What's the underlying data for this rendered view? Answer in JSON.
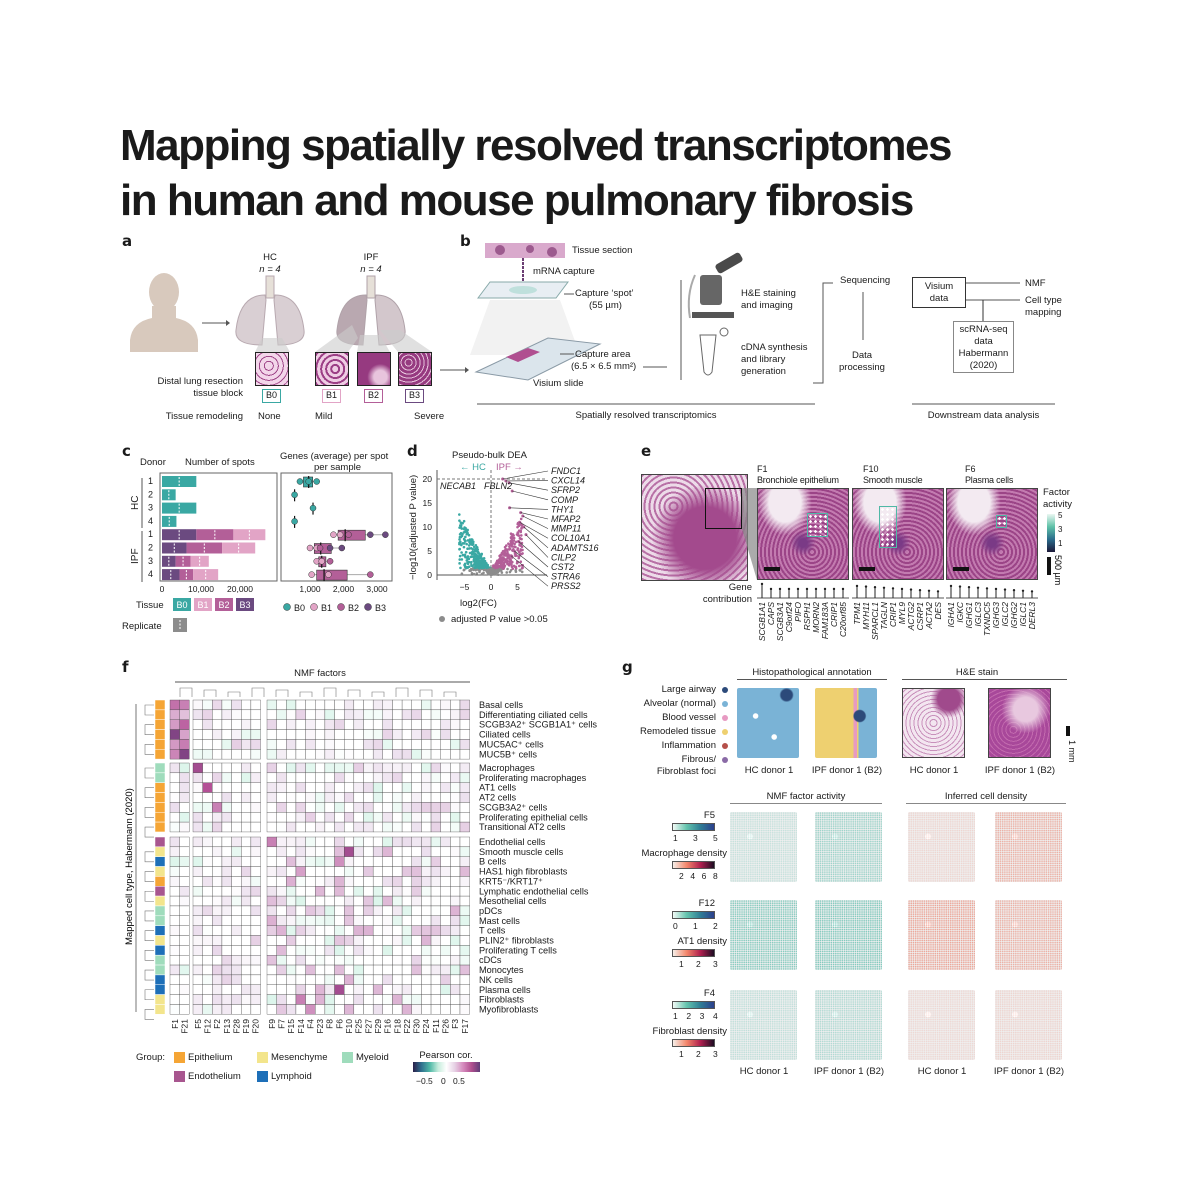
{
  "title": {
    "line1": "Mapping spatially resolved transcriptomes",
    "line2": "in human and mouse pulmonary fibrosis"
  },
  "colors": {
    "hc": "#3aa8a3",
    "b1": "#e2a4c6",
    "b2": "#b35f98",
    "b3": "#6b4a80",
    "grey": "#8c8c8c",
    "epithelium": "#f5a535",
    "mesenchyme": "#f3e58c",
    "myeloid": "#9fdcbc",
    "endothelium": "#a8568f",
    "lymphoid": "#1d6fb8"
  },
  "panel_a": {
    "label": "a",
    "hc": {
      "name": "HC",
      "n": "n = 4"
    },
    "ipf": {
      "name": "IPF",
      "n": "n = 4"
    },
    "block_label_1": "Distal lung resection",
    "block_label_2": "tissue block",
    "remodeling_label": "Tissue remodeling",
    "blocks": [
      {
        "id": "B0",
        "remodeling": "None"
      },
      {
        "id": "B1",
        "remodeling": "Mild"
      },
      {
        "id": "B2",
        "remodeling": ""
      },
      {
        "id": "B3",
        "remodeling": "Severe"
      }
    ]
  },
  "panel_b": {
    "label": "b",
    "tissue_section": "Tissue section",
    "mrna_capture": "mRNA capture",
    "capture_spot": "Capture ‘spot’",
    "spot_size": "(55 µm)",
    "capture_area": "Capture area",
    "area_size": "(6.5 × 6.5 mm²)",
    "visium_slide": "Visium slide",
    "he_1": "H&E staining",
    "he_2": "and imaging",
    "cdna_1": "cDNA synthesis",
    "cdna_2": "and library",
    "cdna_3": "generation",
    "sequencing": "Sequencing",
    "data_1": "Data",
    "data_2": "processing",
    "section_left": "Spatially resolved transcriptomics",
    "visium_1": "Visium",
    "visium_2": "data",
    "nmf": "NMF",
    "celltype_1": "Cell type",
    "celltype_2": "mapping",
    "scrna": [
      "scRNA-seq",
      "data",
      "Habermann",
      "(2020)"
    ],
    "section_right": "Downstream data analysis"
  },
  "panel_c": {
    "label": "c",
    "donor_header": "Donor",
    "spots_header": "Number of spots",
    "genes_header_1": "Genes (average) per spot",
    "genes_header_2": "per sample",
    "hc_group": "HC",
    "ipf_group": "IPF",
    "x_ticks_spots": [
      "0",
      "10,000",
      "20,000"
    ],
    "x_ticks_genes": [
      "1,000",
      "2,000",
      "3,000"
    ],
    "tissue_label": "Tissue",
    "replicate_label": "Replicate",
    "tissue_legend": [
      "B0",
      "B1",
      "B2",
      "B3"
    ],
    "donors": [
      {
        "group": "HC",
        "id": "1",
        "spots": {
          "B0": 8800
        },
        "genes_median": 960,
        "genes_points": [
          700,
          960,
          1200
        ]
      },
      {
        "group": "HC",
        "id": "2",
        "spots": {
          "B0": 3500
        },
        "genes_median": 540,
        "genes_points": [
          540
        ]
      },
      {
        "group": "HC",
        "id": "3",
        "spots": {
          "B0": 8800
        },
        "genes_median": 1090,
        "genes_points": [
          1090
        ]
      },
      {
        "group": "HC",
        "id": "4",
        "spots": {
          "B0": 3700
        },
        "genes_median": 540,
        "genes_points": [
          540
        ]
      },
      {
        "group": "IPF",
        "id": "1",
        "spots": {
          "B3": 8800,
          "B2": 9500,
          "B1": 8200
        },
        "genes_median": 2050,
        "genes_points": [
          1700,
          1900,
          2150,
          2800,
          3250
        ]
      },
      {
        "group": "IPF",
        "id": "2",
        "spots": {
          "B3": 6300,
          "B2": 9100,
          "B1": 8500
        },
        "genes_median": 1320,
        "genes_points": [
          1000,
          1200,
          1300,
          1600,
          1950
        ]
      },
      {
        "group": "IPF",
        "id": "3",
        "spots": {
          "B3": 3500,
          "B2": 3800,
          "B1": 4700
        },
        "genes_median": 1350,
        "genes_points": [
          1200,
          1350,
          1600
        ]
      },
      {
        "group": "IPF",
        "id": "4",
        "spots": {
          "B3": 4500,
          "B2": 3500,
          "B1": 6400
        },
        "genes_median": 1420,
        "genes_points": [
          1050,
          1550,
          2800
        ]
      }
    ]
  },
  "panel_d": {
    "label": "d",
    "title": "Pseudo-bulk DEA",
    "hc_arrow": "← HC",
    "ipf_arrow": "IPF →",
    "ylabel": "−log10(adjusted P value)",
    "xlabel": "log2(FC)",
    "y_ticks": [
      "0",
      "5",
      "10",
      "15",
      "20"
    ],
    "x_ticks": [
      "−5",
      "0",
      "5"
    ],
    "left_genes": [
      "NECAB1",
      "FBLN2"
    ],
    "right_genes": [
      "FNDC1",
      "CXCL14",
      "SFRP2",
      "COMP",
      "THY1",
      "MFAP2",
      "MMP11",
      "COL10A1",
      "ADAMTS16",
      "CILP2",
      "CST2",
      "STRA6",
      "PRSS2"
    ],
    "legend": "adjusted P value >0.05"
  },
  "panel_e": {
    "label": "e",
    "factors": [
      {
        "id": "F1",
        "name": "Bronchiole epithelium",
        "genes": [
          "SCGB1A1",
          "CAPS",
          "SCGB3A1",
          "C9orf24",
          "PIFO",
          "RSPH1",
          "MORN2",
          "FAM183A",
          "CRIP1",
          "C20orf85"
        ]
      },
      {
        "id": "F10",
        "name": "Smooth muscle",
        "genes": [
          "TPM1",
          "MYH11",
          "SPARCL1",
          "TAGLN",
          "CRIP1",
          "MYL9",
          "ACTG2",
          "CSRP1",
          "ACTA2",
          "DES"
        ]
      },
      {
        "id": "F6",
        "name": "Plasma cells",
        "genes": [
          "IGHA1",
          "IGKC",
          "IGHG1",
          "IGLC3",
          "TXNDC5",
          "IGHG3",
          "IGLC2",
          "IGHG2",
          "IGLC1",
          "DERL3"
        ]
      }
    ],
    "gene_contribution_1": "Gene",
    "gene_contribution_2": "contribution",
    "colorbar_title_1": "Factor",
    "colorbar_title_2": "activity",
    "colorbar_ticks": [
      "5",
      "3",
      "1"
    ],
    "scale_bar": "500 µm"
  },
  "panel_f": {
    "label": "f",
    "top_label": "NMF factors",
    "y_label": "Mapped cell type, Habermann (2020)",
    "column_groups": [
      [
        "F1",
        "F21"
      ],
      [
        "F5",
        "F12",
        "F2",
        "F13",
        "F28",
        "F19",
        "F20"
      ],
      [
        "F9",
        "F7",
        "F15",
        "F14",
        "F4",
        "F23",
        "F8",
        "F6",
        "F10",
        "F25",
        "F27",
        "F29",
        "F16",
        "F18",
        "F22",
        "F30",
        "F24",
        "F11",
        "F26",
        "F3",
        "F17"
      ]
    ],
    "row_groups": [
      [
        {
          "name": "Basal cells",
          "g": "epithelium"
        },
        {
          "name": "Differentiating ciliated cells",
          "g": "epithelium"
        },
        {
          "name": "SCGB3A2⁺ SCGB1A1⁺ cells",
          "g": "epithelium"
        },
        {
          "name": "Ciliated cells",
          "g": "epithelium"
        },
        {
          "name": "MUC5AC⁺ cells",
          "g": "epithelium"
        },
        {
          "name": "MUC5B⁺ cells",
          "g": "epithelium"
        }
      ],
      [
        {
          "name": "Macrophages",
          "g": "myeloid"
        },
        {
          "name": "Proliferating macrophages",
          "g": "myeloid"
        },
        {
          "name": "AT1 cells",
          "g": "epithelium"
        },
        {
          "name": "AT2 cells",
          "g": "epithelium"
        },
        {
          "name": "SCGB3A2⁺ cells",
          "g": "epithelium"
        },
        {
          "name": "Proliferating epithelial cells",
          "g": "epithelium"
        },
        {
          "name": "Transitional AT2 cells",
          "g": "epithelium"
        }
      ],
      [
        {
          "name": "Endothelial cells",
          "g": "endothelium"
        },
        {
          "name": "Smooth muscle cells",
          "g": "mesenchyme"
        },
        {
          "name": "B cells",
          "g": "lymphoid"
        },
        {
          "name": "HAS1 high fibroblasts",
          "g": "mesenchyme"
        },
        {
          "name": "KRT5⁻/KRT17⁺",
          "g": "epithelium"
        },
        {
          "name": "Lymphatic endothelial cells",
          "g": "endothelium"
        },
        {
          "name": "Mesothelial cells",
          "g": "mesenchyme"
        },
        {
          "name": "pDCs",
          "g": "myeloid"
        },
        {
          "name": "Mast cells",
          "g": "myeloid"
        },
        {
          "name": "T cells",
          "g": "lymphoid"
        },
        {
          "name": "PLIN2⁺ fibroblasts",
          "g": "mesenchyme"
        },
        {
          "name": "Proliferating T cells",
          "g": "lymphoid"
        },
        {
          "name": "cDCs",
          "g": "myeloid"
        },
        {
          "name": "Monocytes",
          "g": "myeloid"
        },
        {
          "name": "NK cells",
          "g": "lymphoid"
        },
        {
          "name": "Plasma cells",
          "g": "lymphoid"
        },
        {
          "name": "Fibroblasts",
          "g": "mesenchyme"
        },
        {
          "name": "Myofibroblasts",
          "g": "mesenchyme"
        }
      ]
    ],
    "highlights": [
      [
        "Ciliated cells",
        "F1",
        0.9
      ],
      [
        "MUC5B⁺ cells",
        "F21",
        0.9
      ],
      [
        "Basal cells",
        "F21",
        0.6
      ],
      [
        "Macrophages",
        "F5",
        0.8
      ],
      [
        "AT1 cells",
        "F12",
        0.75
      ],
      [
        "SCGB3A2⁺ cells",
        "F2",
        0.6
      ],
      [
        "Smooth muscle cells",
        "F10",
        0.8
      ],
      [
        "Plasma cells",
        "F6",
        0.8
      ],
      [
        "Endothelial cells",
        "F9",
        0.6
      ],
      [
        "Fibroblasts",
        "F14",
        0.6
      ],
      [
        "Myofibroblasts",
        "F4",
        0.55
      ],
      [
        "B cells",
        "F6",
        0.55
      ],
      [
        "HAS1 high fibroblasts",
        "F14",
        0.5
      ]
    ],
    "group_legend_title": "Group:",
    "group_legend": [
      {
        "key": "epithelium",
        "label": "Epithelium"
      },
      {
        "key": "mesenchyme",
        "label": "Mesenchyme"
      },
      {
        "key": "myeloid",
        "label": "Myeloid"
      },
      {
        "key": "endothelium",
        "label": "Endothelium"
      },
      {
        "key": "lymphoid",
        "label": "Lymphoid"
      }
    ],
    "colorbar_title": "Pearson cor.",
    "colorbar_ticks": [
      "−0.5",
      "0",
      "0.5"
    ]
  },
  "panel_g": {
    "label": "g",
    "annotation_title": "Histopathological annotation",
    "he_title": "H&E stain",
    "legend": [
      {
        "label": "Large airway",
        "color": "#2c4a7a"
      },
      {
        "label": "Alveolar (normal)",
        "color": "#7ab3d6"
      },
      {
        "label": "Blood vessel",
        "color": "#e79ac2"
      },
      {
        "label": "Remodeled tissue",
        "color": "#eed070"
      },
      {
        "label": "Inflammation",
        "color": "#b5504a"
      },
      {
        "label": "Fibrous/",
        "color": "#8a6aa6"
      }
    ],
    "legend_last": "Fibroblast foci",
    "sample_labels": [
      "HC donor 1",
      "IPF donor 1 (B2)",
      "HC donor 1",
      "IPF donor 1 (B2)"
    ],
    "scale_bar": "1 mm",
    "nmf_title": "NMF factor activity",
    "density_title": "Inferred cell density",
    "rows": [
      {
        "factor": "F5",
        "factor_ticks": [
          "1",
          "3",
          "5"
        ],
        "density": "Macrophage density",
        "density_ticks": [
          "2",
          "4",
          "6",
          "8"
        ],
        "intensity": [
          0.15,
          0.5,
          0.05,
          0.4
        ]
      },
      {
        "factor": "F12",
        "factor_ticks": [
          "0",
          "1",
          "2"
        ],
        "density": "AT1 density",
        "density_ticks": [
          "1",
          "2",
          "3"
        ],
        "intensity": [
          0.7,
          0.75,
          0.5,
          0.4
        ]
      },
      {
        "factor": "F4",
        "factor_ticks": [
          "1",
          "2",
          "3",
          "4"
        ],
        "density": "Fibroblast density",
        "density_ticks": [
          "1",
          "2",
          "3"
        ],
        "intensity": [
          0.2,
          0.35,
          0.02,
          0.06
        ]
      }
    ]
  }
}
